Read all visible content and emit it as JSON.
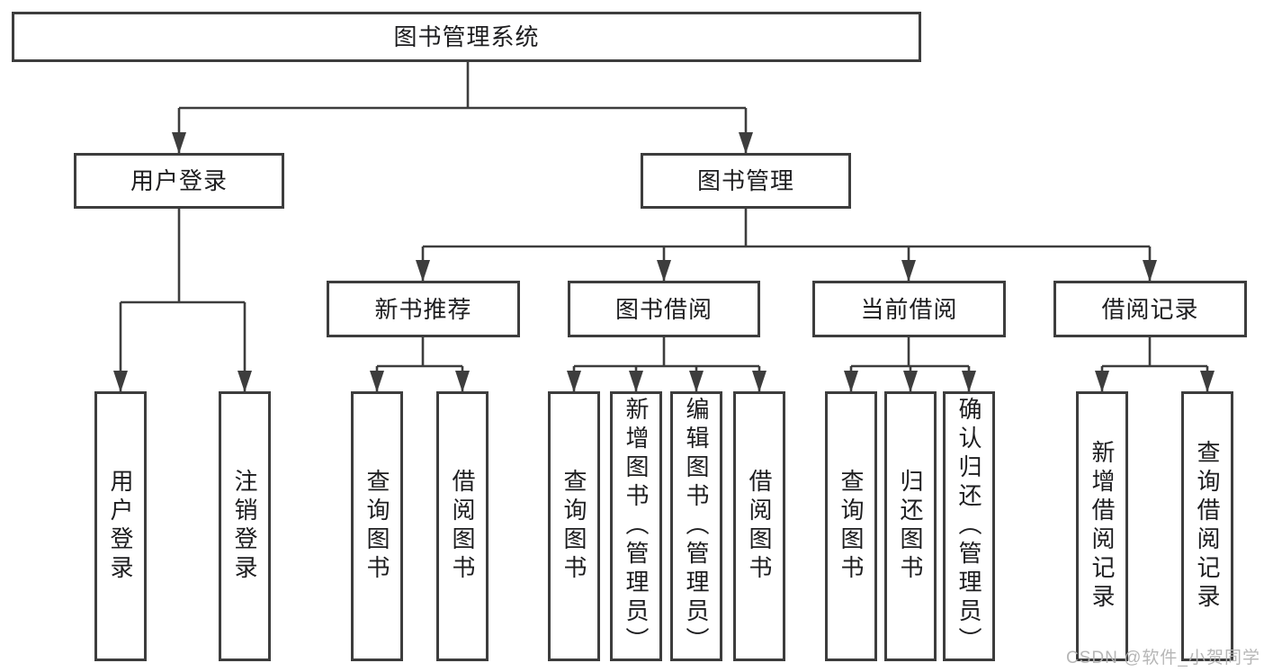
{
  "diagram": {
    "colors": {
      "line": "#3d3d3d",
      "text": "#1d1d1f",
      "background": "#ffffff",
      "watermark": "#b5b5b5"
    },
    "tree": {
      "label": "图书管理系统",
      "children": [
        {
          "label": "用户登录",
          "children": [
            {
              "label": "用户登录"
            },
            {
              "label": "注销登录"
            }
          ]
        },
        {
          "label": "图书管理",
          "children": [
            {
              "label": "新书推荐",
              "children": [
                {
                  "label": "查询图书"
                },
                {
                  "label": "借阅图书"
                }
              ]
            },
            {
              "label": "图书借阅",
              "children": [
                {
                  "label": "查询图书"
                },
                {
                  "label": "新增图书（管理员）"
                },
                {
                  "label": "编辑图书（管理员）"
                },
                {
                  "label": "借阅图书"
                }
              ]
            },
            {
              "label": "当前借阅",
              "children": [
                {
                  "label": "查询图书"
                },
                {
                  "label": "归还图书"
                },
                {
                  "label": "确认归还（管理员）"
                }
              ]
            },
            {
              "label": "借阅记录",
              "children": [
                {
                  "label": "新增借阅记录"
                },
                {
                  "label": "查询借阅记录"
                }
              ]
            }
          ]
        }
      ]
    }
  },
  "watermark": {
    "text": "CSDN @软件_小贺同学"
  }
}
